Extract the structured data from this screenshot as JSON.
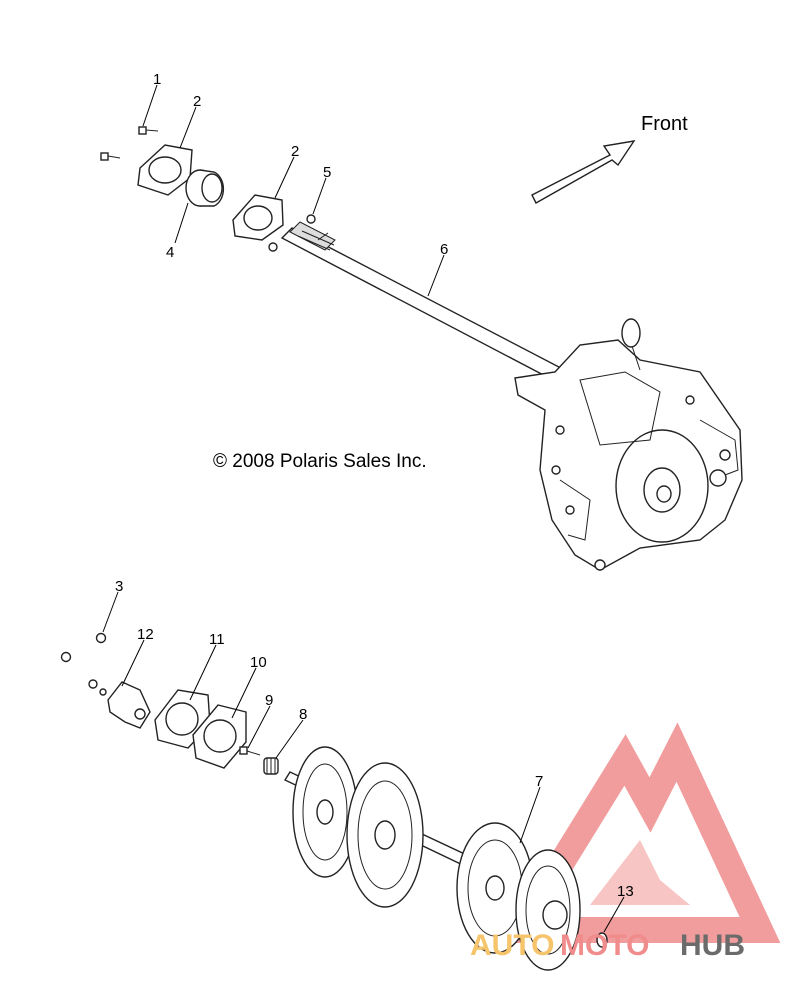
{
  "direction_label": "Front",
  "copyright": "© 2008 Polaris Sales Inc.",
  "watermark": {
    "part1": "AUTO",
    "part2": "MOTO",
    "part3": "HUB",
    "color_accent": "#f08c8c",
    "color_light": "#f6c46a",
    "color_dark": "#6b6b6b"
  },
  "callouts": [
    "1",
    "2",
    "2",
    "4",
    "5",
    "6",
    "3",
    "12",
    "11",
    "10",
    "9",
    "8",
    "7",
    "13"
  ]
}
